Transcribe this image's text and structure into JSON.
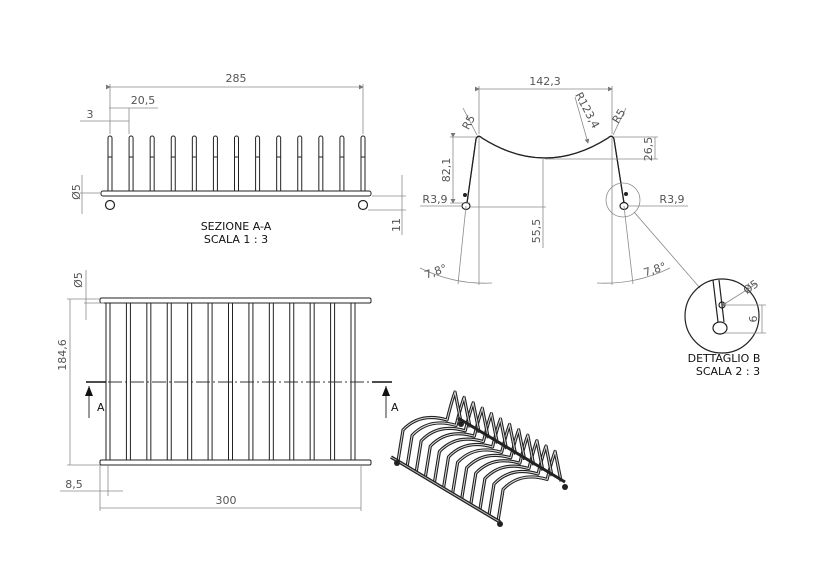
{
  "section_view": {
    "dim_width": "285",
    "dim_pitch": "20,5",
    "dim_wire": "3",
    "dim_diameter": "Ø5",
    "dim_foot": "11",
    "title": "SEZIONE A-A",
    "scale": "SCALA 1 : 3",
    "rod_count": 13
  },
  "side_view": {
    "dim_span": "142,3",
    "dim_radius_left": "R5",
    "dim_radius_right": "R5",
    "dim_arc_radius": "R123,4",
    "dim_height": "82,1",
    "dim_sag": "26,5",
    "dim_center": "55,5",
    "dim_foot_radius_left": "R3,9",
    "dim_foot_radius_right": "R3,9",
    "dim_angle_left": "7,8°",
    "dim_angle_right": "7,8°"
  },
  "detail_view": {
    "dim_diameter": "Ø5",
    "dim_offset": "6",
    "title": "DETTAGLIO B",
    "scale": "SCALA 2 : 3"
  },
  "plan_view": {
    "dim_diameter": "Ø5",
    "dim_depth": "184,6",
    "dim_margin": "8,5",
    "dim_length": "300",
    "section_label_left": "A",
    "section_label_right": "A",
    "rod_count": 13
  },
  "iso_view": {
    "arch_count": 12
  }
}
